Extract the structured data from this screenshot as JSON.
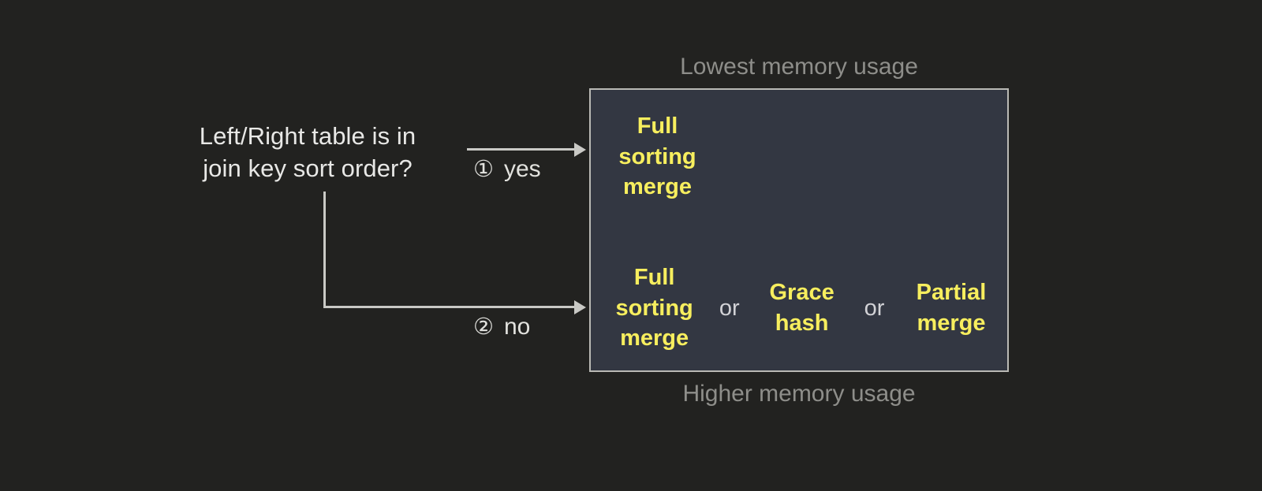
{
  "colors": {
    "background": "#222220",
    "panel_fill": "#333742",
    "panel_border": "#b9b9b4",
    "option_text": "#f7ee5e",
    "caption_text": "#8e8e8a",
    "body_text": "#e8e8e6",
    "connector": "#c9c9c5"
  },
  "decision": {
    "question_line1": "Left/Right table is in",
    "question_line2": "join key sort order?",
    "branches": [
      {
        "marker": "①",
        "label": "yes"
      },
      {
        "marker": "②",
        "label": "no"
      }
    ]
  },
  "panel": {
    "caption_top": "Lowest memory usage",
    "caption_bottom": "Higher memory usage",
    "separator": "or",
    "rows": [
      {
        "branch": "yes",
        "options": [
          {
            "line1": "Full",
            "line2": "sorting",
            "line3": "merge"
          }
        ]
      },
      {
        "branch": "no",
        "options": [
          {
            "line1": "Full",
            "line2": "sorting",
            "line3": "merge"
          },
          {
            "line1": "Grace",
            "line2": "hash",
            "line3": ""
          },
          {
            "line1": "Partial",
            "line2": "merge",
            "line3": ""
          }
        ]
      }
    ]
  }
}
